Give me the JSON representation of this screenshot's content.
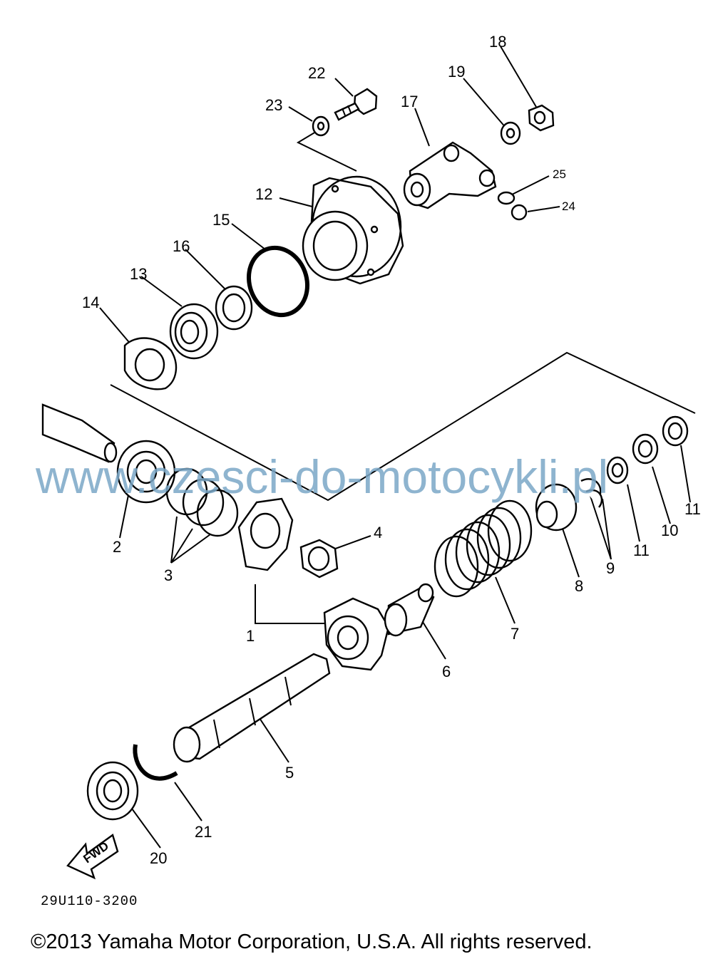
{
  "parts": [
    {
      "id": "1",
      "label": "1"
    },
    {
      "id": "2",
      "label": "2"
    },
    {
      "id": "3",
      "label": "3"
    },
    {
      "id": "4",
      "label": "4"
    },
    {
      "id": "5",
      "label": "5"
    },
    {
      "id": "6",
      "label": "6"
    },
    {
      "id": "7",
      "label": "7"
    },
    {
      "id": "8",
      "label": "8"
    },
    {
      "id": "9",
      "label": "9"
    },
    {
      "id": "10",
      "label": "10"
    },
    {
      "id": "11a",
      "label": "11"
    },
    {
      "id": "11b",
      "label": "11"
    },
    {
      "id": "12",
      "label": "12"
    },
    {
      "id": "13",
      "label": "13"
    },
    {
      "id": "14",
      "label": "14"
    },
    {
      "id": "15",
      "label": "15"
    },
    {
      "id": "16",
      "label": "16"
    },
    {
      "id": "17",
      "label": "17"
    },
    {
      "id": "18",
      "label": "18"
    },
    {
      "id": "19",
      "label": "19"
    },
    {
      "id": "20",
      "label": "20"
    },
    {
      "id": "21",
      "label": "21"
    },
    {
      "id": "22",
      "label": "22"
    },
    {
      "id": "23",
      "label": "23"
    },
    {
      "id": "24",
      "label": "24"
    },
    {
      "id": "25",
      "label": "25"
    }
  ],
  "watermark": "www.czesci-do-motocykli.pl",
  "fwd_label": "FWD",
  "diagram_code": "29U110-3200",
  "copyright": "©2013 Yamaha Motor Corporation, U.S.A. All rights reserved.",
  "colors": {
    "watermark": "#7aa7c7",
    "ink": "#000000"
  }
}
